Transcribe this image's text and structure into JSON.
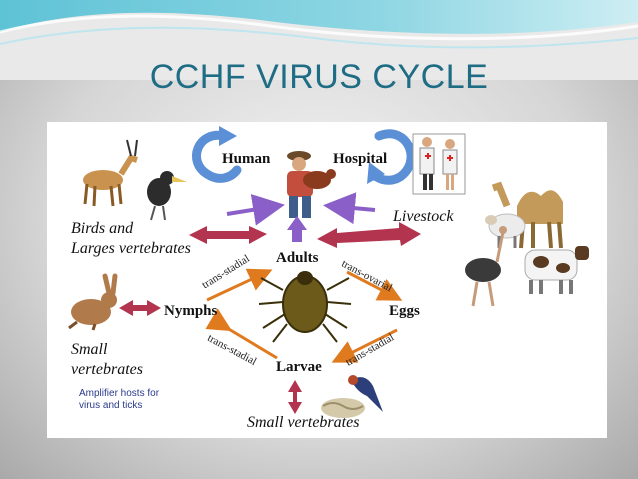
{
  "slide": {
    "title": "CCHF VIRUS CYCLE"
  },
  "diagram": {
    "nodes": {
      "human": "Human",
      "hospital": "Hospital",
      "adults": "Adults",
      "eggs": "Eggs",
      "nymphs": "Nymphs",
      "larvae": "Larvae",
      "birds_line1": "Birds and",
      "birds_line2": "Larges vertebrates",
      "livestock": "Livestock",
      "small_vert_left_line1": "Small",
      "small_vert_left_line2": "vertebrates",
      "small_vert_bottom": "Small vertebrates",
      "amplifier_line1": "Amplifier hosts for",
      "amplifier_line2": "virus and ticks"
    },
    "transitions": {
      "adults_nymphs": "trans-stadial",
      "adults_eggs": "trans-ovarial",
      "nymphs_larvae": "trans-stadial",
      "eggs_larvae": "trans-stadial"
    },
    "colors": {
      "title": "#1e6d85",
      "cycle_arrow": "#5b8fd6",
      "host_arrow": "#b3344f",
      "purple_arrow": "#8a5fc7",
      "stage_arrow": "#e07a1f",
      "amplifier_text": "#2a3a8a"
    }
  }
}
